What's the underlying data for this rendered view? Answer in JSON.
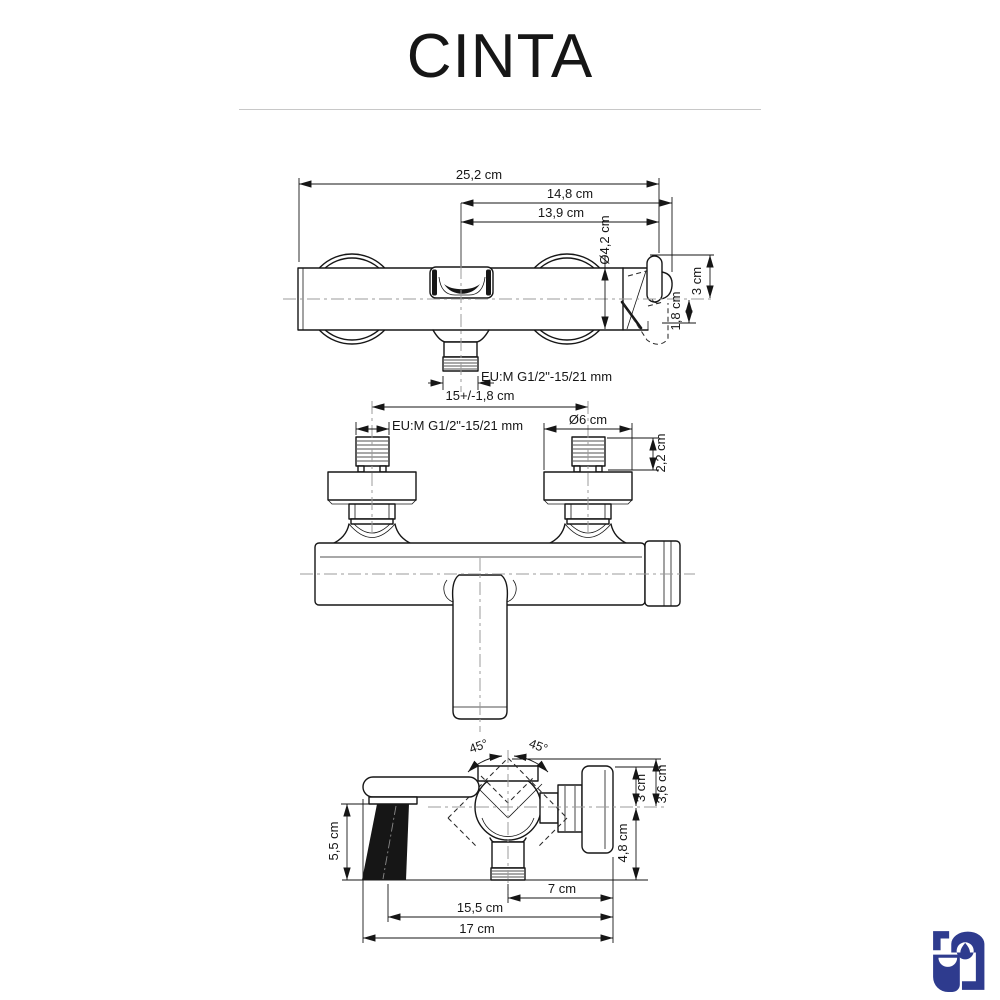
{
  "title": "CINTA",
  "colors": {
    "line": "#161616",
    "centerline": "#9b9b9b",
    "logo": "#2e3b8e",
    "divider": "#c8c8c8"
  },
  "views": {
    "front": {
      "dims": {
        "overall_width": "25,2 cm",
        "center_to_hook": "14,8 cm",
        "center_to_body_end": "13,9 cm",
        "body_diameter": "Ø4,2 cm",
        "hook_offset": "1,8 cm",
        "hook_height": "3 cm",
        "outlet_thread": "EU:M G1/2\"-15/21 mm"
      }
    },
    "back": {
      "dims": {
        "inlet_spacing": "15+/-1,8 cm",
        "inlet_thread": "EU:M G1/2\"-15/21 mm",
        "escutcheon_diameter": "Ø6 cm",
        "thread_length": "2,2 cm"
      }
    },
    "side": {
      "dims": {
        "swing_left": "45°",
        "swing_right": "45°",
        "top_depth": "3 cm",
        "top_total_depth": "3,6 cm",
        "handle_drop": "5,5 cm",
        "bottom_depth": "4,8 cm",
        "outlet_to_wall": "7 cm",
        "grip_to_wall": "15,5 cm",
        "total_depth": "17 cm"
      }
    }
  }
}
